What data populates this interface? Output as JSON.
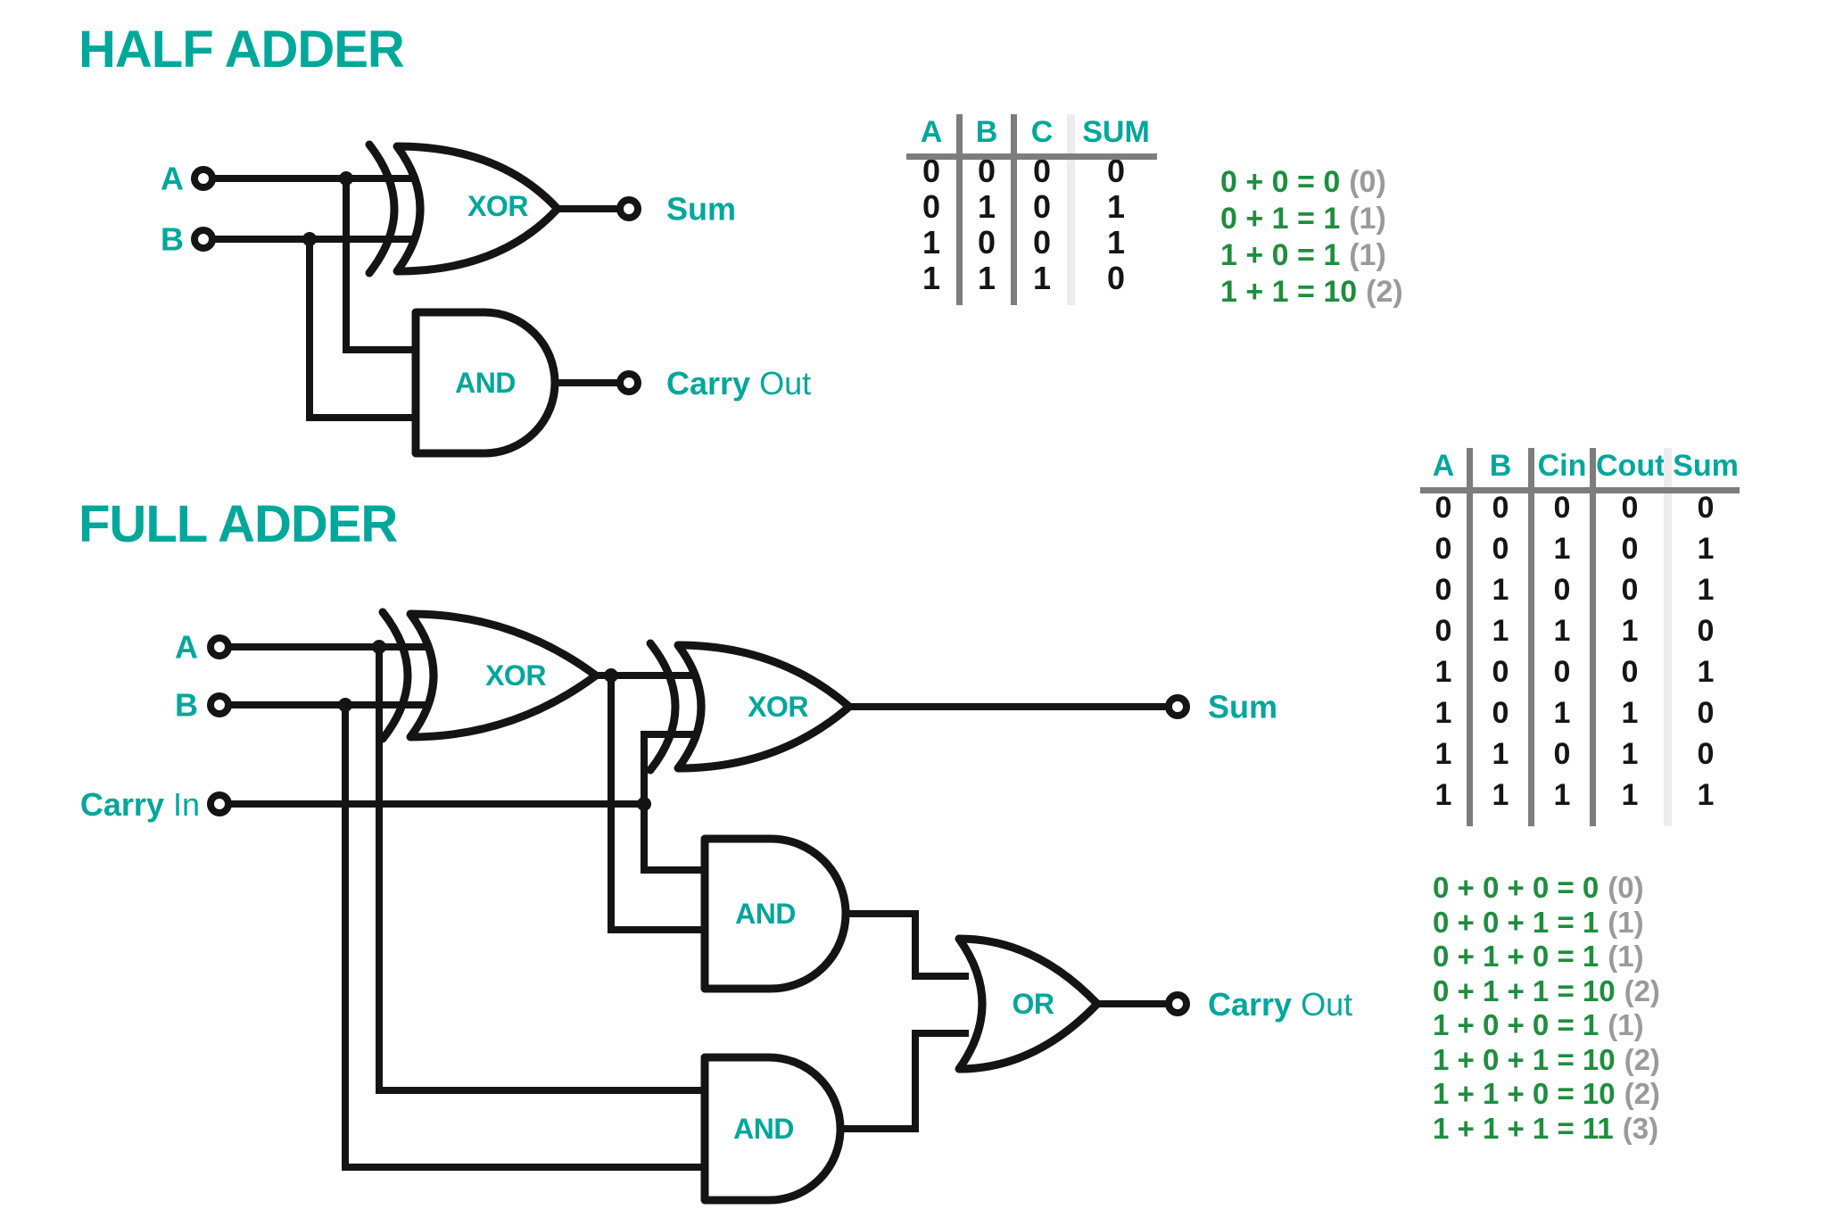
{
  "colors": {
    "teal": "#00a79b",
    "equation_green": "#1e8e3e",
    "note_gray": "#9a9a9a",
    "circuit_line": "#141414",
    "table_rule_dark": "#7d7d7d",
    "table_rule_light": "#ececec",
    "background": "#ffffff"
  },
  "half_adder": {
    "title": "HALF ADDER",
    "labels": {
      "a": "A",
      "b": "B",
      "sum": "Sum",
      "carry": "Carry",
      "carry_suffix": "Out"
    },
    "gates": {
      "xor": "XOR",
      "and": "AND"
    },
    "truth_table": {
      "headers": [
        "A",
        "B",
        "C",
        "SUM"
      ],
      "rows": [
        [
          "0",
          "0",
          "0",
          "0"
        ],
        [
          "0",
          "1",
          "0",
          "1"
        ],
        [
          "1",
          "0",
          "0",
          "1"
        ],
        [
          "1",
          "1",
          "1",
          "0"
        ]
      ]
    },
    "equations": [
      {
        "expr": "0 + 0 = 0",
        "note": "(0)"
      },
      {
        "expr": "0 + 1 = 1",
        "note": "(1)"
      },
      {
        "expr": "1 + 0 = 1",
        "note": "(1)"
      },
      {
        "expr": "1 + 1 = 10",
        "note": "(2)"
      }
    ]
  },
  "full_adder": {
    "title": "FULL ADDER",
    "labels": {
      "a": "A",
      "b": "B",
      "carry_in": "Carry",
      "carry_in_suffix": "In",
      "sum": "Sum",
      "carry_out": "Carry",
      "carry_out_suffix": "Out"
    },
    "gates": {
      "xor1": "XOR",
      "xor2": "XOR",
      "and1": "AND",
      "and2": "AND",
      "or": "OR"
    },
    "truth_table": {
      "headers": [
        "A",
        "B",
        "Cin",
        "Cout",
        "Sum"
      ],
      "rows": [
        [
          "0",
          "0",
          "0",
          "0",
          "0"
        ],
        [
          "0",
          "0",
          "1",
          "0",
          "1"
        ],
        [
          "0",
          "1",
          "0",
          "0",
          "1"
        ],
        [
          "0",
          "1",
          "1",
          "1",
          "0"
        ],
        [
          "1",
          "0",
          "0",
          "0",
          "1"
        ],
        [
          "1",
          "0",
          "1",
          "1",
          "0"
        ],
        [
          "1",
          "1",
          "0",
          "1",
          "0"
        ],
        [
          "1",
          "1",
          "1",
          "1",
          "1"
        ]
      ]
    },
    "equations": [
      {
        "expr": "0 + 0 + 0 = 0",
        "note": "(0)"
      },
      {
        "expr": "0 + 0 + 1 = 1",
        "note": "(1)"
      },
      {
        "expr": "0 + 1 + 0 = 1",
        "note": "(1)"
      },
      {
        "expr": "0 + 1 + 1 = 10",
        "note": "(2)"
      },
      {
        "expr": "1 + 0 + 0 = 1",
        "note": "(1)"
      },
      {
        "expr": "1 + 0 + 1 = 10",
        "note": "(2)"
      },
      {
        "expr": "1 + 1 + 0 = 10",
        "note": "(2)"
      },
      {
        "expr": "1 + 1 + 1 = 11",
        "note": "(3)"
      }
    ]
  }
}
